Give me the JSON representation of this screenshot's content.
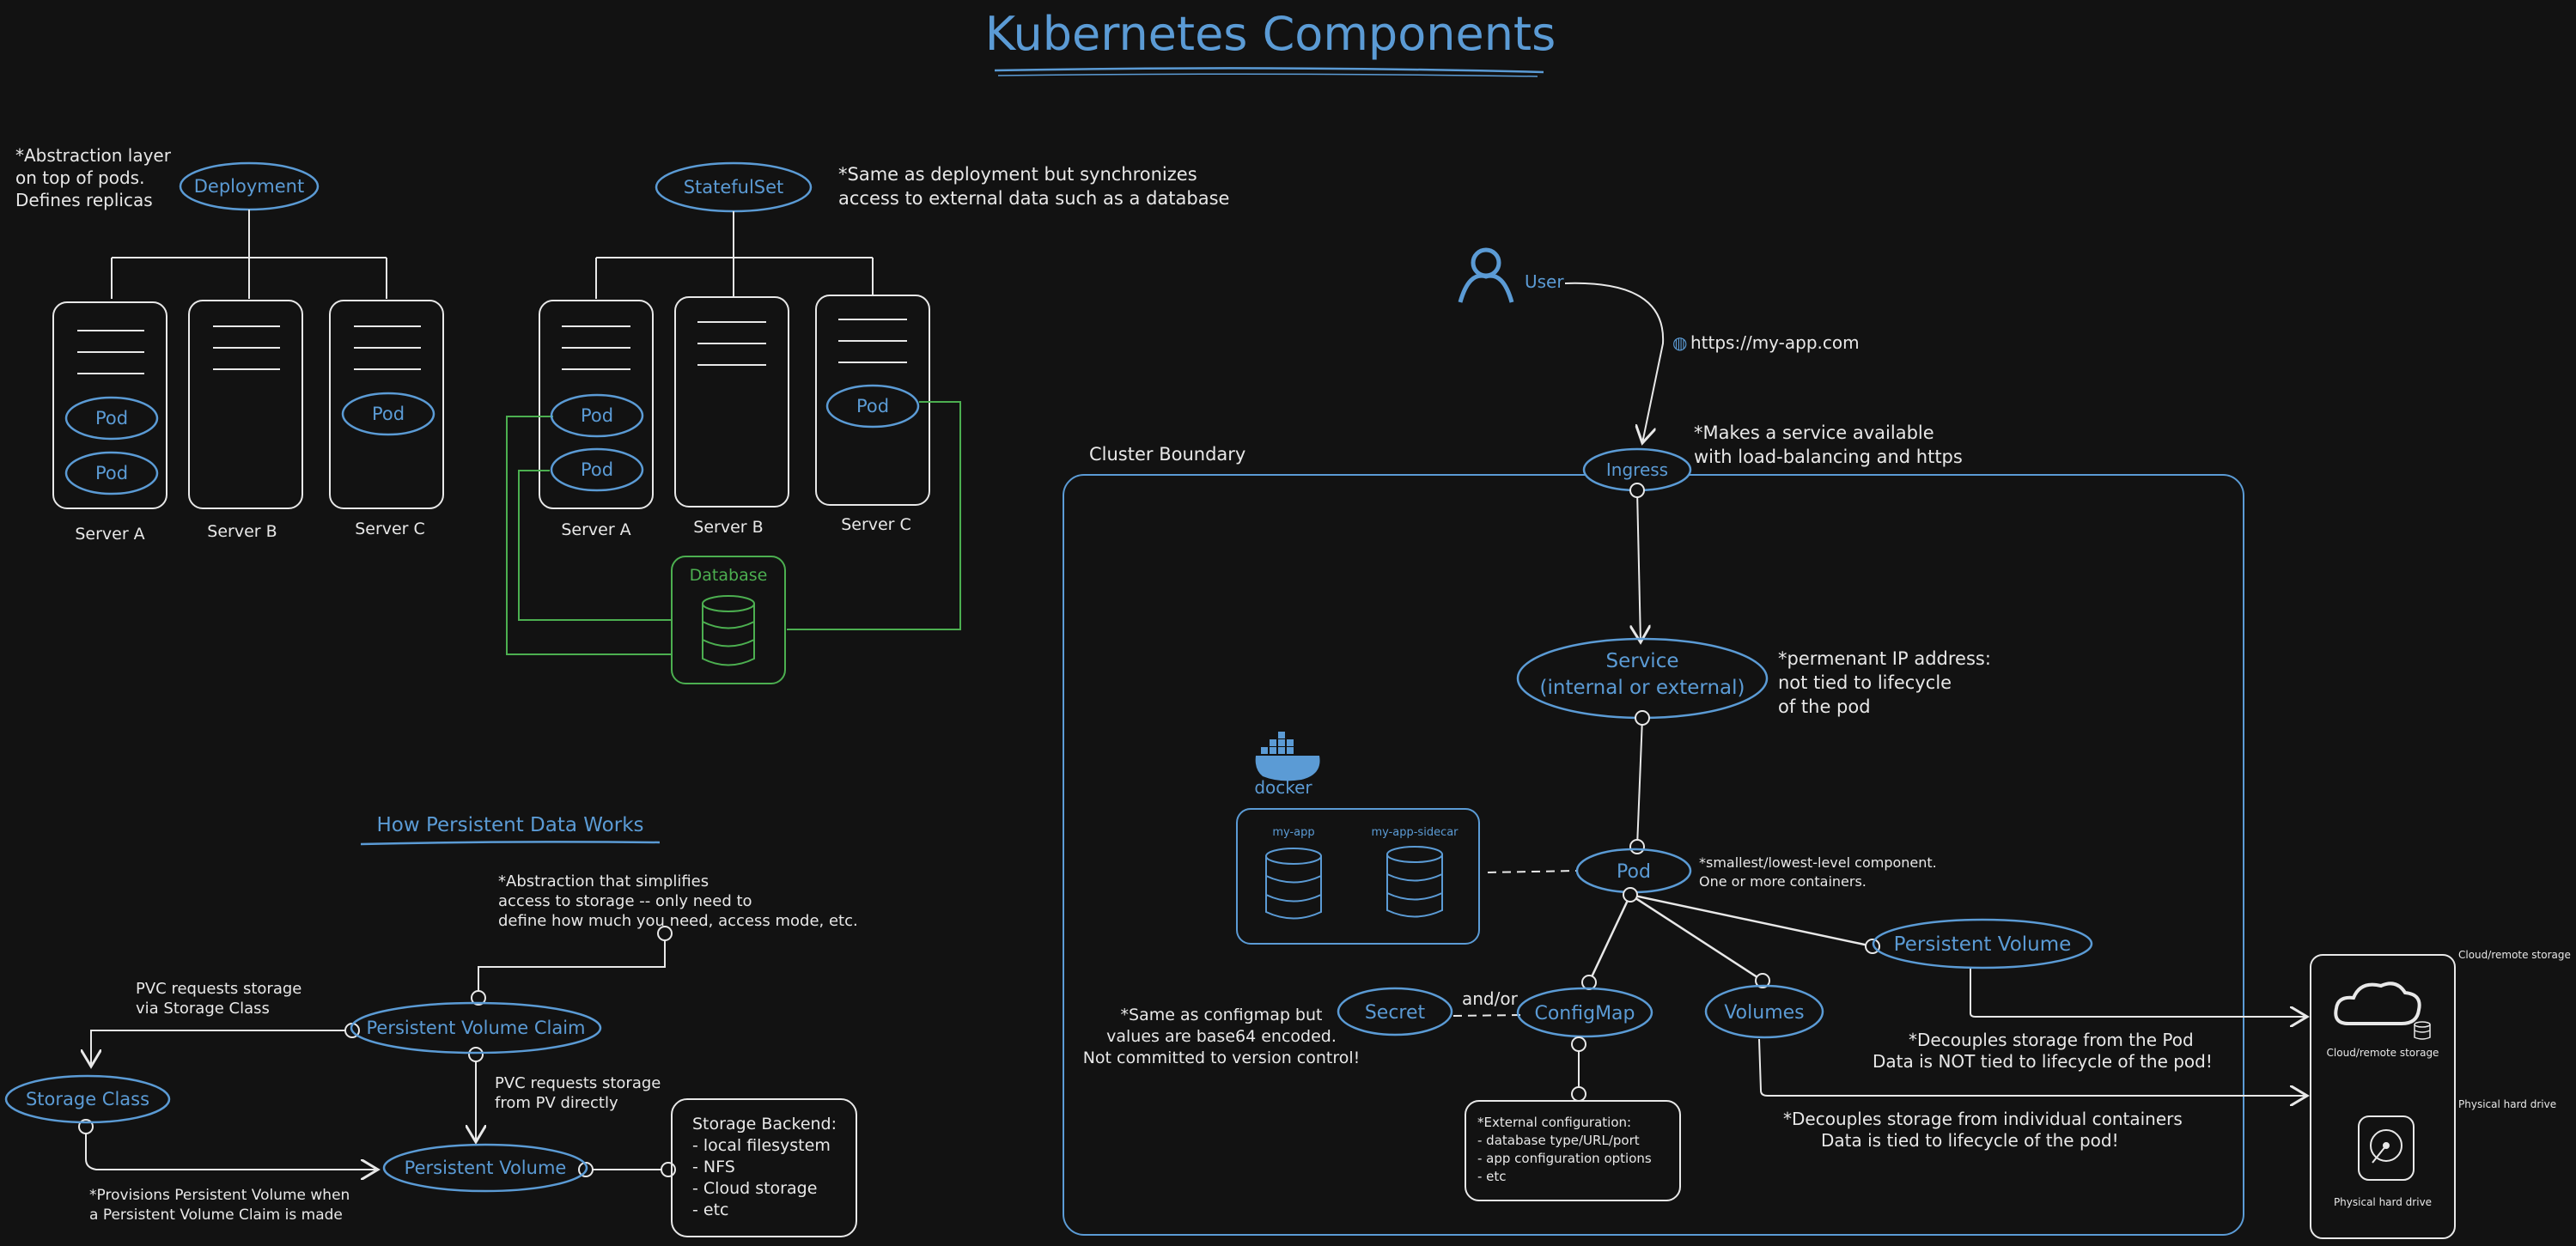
{
  "title": "Kubernetes Components",
  "colors": {
    "background": "#121212",
    "blue": "#5b9bd5",
    "white": "#e8e8e8",
    "green": "#4caf50"
  },
  "deployment": {
    "label": "Deployment",
    "note": [
      "*Abstraction layer",
      "on top of pods.",
      "Defines replicas"
    ],
    "pod_label": "Pod",
    "servers": [
      "Server A",
      "Server B",
      "Server C"
    ]
  },
  "statefulset": {
    "label": "StatefulSet",
    "note": [
      "*Same as deployment but synchronizes",
      "access to external data such as a database"
    ],
    "pod_label": "Pod",
    "servers": [
      "Server A",
      "Server B",
      "Server C"
    ],
    "database_label": "Database"
  },
  "persistent": {
    "heading": "How Persistent Data Works",
    "pvc_note": [
      "*Abstraction that simplifies",
      "access to storage -- only need to",
      "define how much you need, access mode, etc."
    ],
    "pvc_sc_note": [
      "PVC requests storage",
      "via Storage Class"
    ],
    "pvc_label": "Persistent Volume Claim",
    "storage_class_label": "Storage Class",
    "pvc_pv_note": [
      "PVC requests storage",
      "from PV directly"
    ],
    "pv_label": "Persistent Volume",
    "sc_note": [
      "*Provisions Persistent Volume when",
      "a Persistent Volume Claim is made"
    ],
    "backend_title": "Storage Backend:",
    "backend_items": [
      "- local filesystem",
      "- NFS",
      "- Cloud storage",
      "- etc"
    ]
  },
  "cluster": {
    "user_label": "User",
    "url": "https://my-app.com",
    "boundary_label": "Cluster Boundary",
    "ingress_label": "Ingress",
    "ingress_note": [
      "*Makes a service available",
      "with load-balancing and https"
    ],
    "service_label": [
      "Service",
      "(internal or external)"
    ],
    "service_note": [
      "*permenant IP address:",
      "not tied to lifecycle",
      "of the pod"
    ],
    "docker_label": "docker",
    "containers": [
      "my-app",
      "my-app-sidecar"
    ],
    "pod_label": "Pod",
    "pod_note": [
      "*smallest/lowest-level component.",
      "One or more containers."
    ],
    "pv_label": "Persistent Volume",
    "secret_label": "Secret",
    "andor_label": "and/or",
    "configmap_label": "ConfigMap",
    "volumes_label": "Volumes",
    "secret_note": [
      "*Same as configmap but",
      "values are base64 encoded.",
      "Not committed to version control!"
    ],
    "configmap_note": [
      "*External configuration:",
      "- database type/URL/port",
      "- app configuration options",
      "- etc"
    ],
    "pv_note": [
      "*Decouples storage from the Pod",
      "Data is NOT tied to lifecycle of the pod!"
    ],
    "volumes_note": [
      "*Decouples storage from individual containers",
      "Data is tied to lifecycle of the pod!"
    ]
  },
  "storage_panel": {
    "cloud_caption_outer": "Cloud/remote storage",
    "cloud_caption_inner": "Cloud/remote storage",
    "disk_caption_outer": "Physical hard drive",
    "disk_caption_inner": "Physical hard drive"
  }
}
